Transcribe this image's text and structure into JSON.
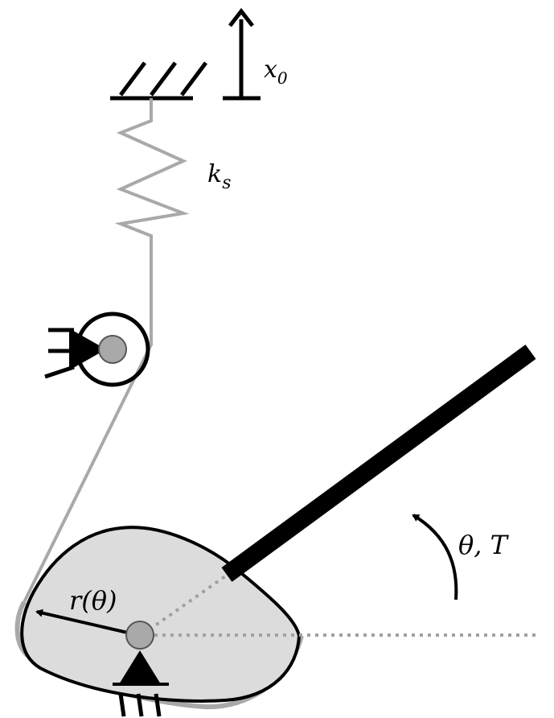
{
  "labels": {
    "displacement": "x",
    "displacement_sub": "0",
    "spring_stiffness": "k",
    "spring_sub": "s",
    "radius_func": "r",
    "radius_arg": "θ",
    "angle": "θ",
    "torque": "T"
  },
  "colors": {
    "line": "#000000",
    "cable": "#a9a9a9",
    "cam_fill": "#dcdcdc",
    "pivot": "#a9a9a9",
    "reference_line": "#a0a0a0",
    "background": "#ffffff"
  }
}
